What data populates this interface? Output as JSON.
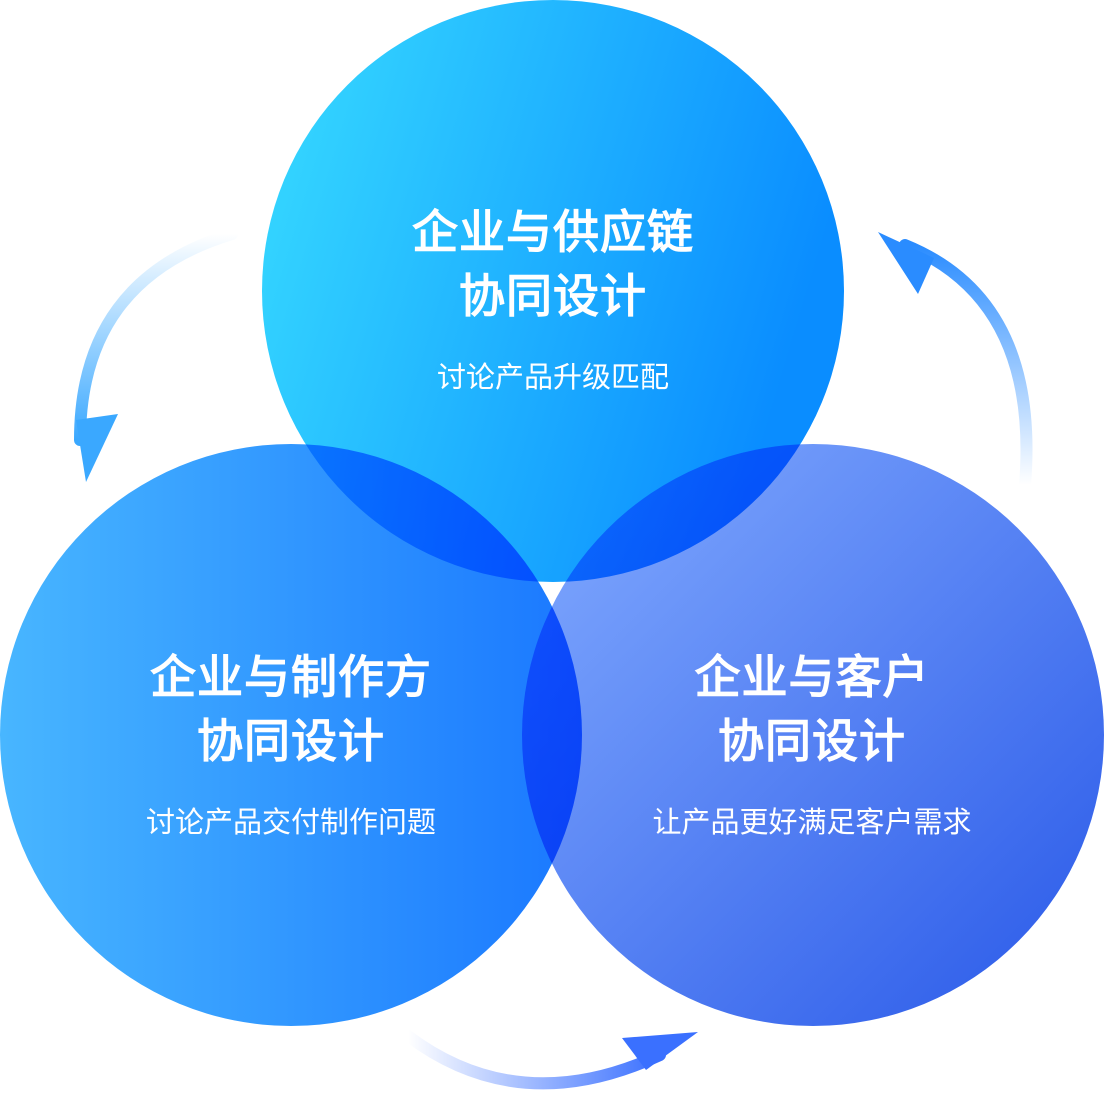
{
  "circles": [
    {
      "title_line1": "企业与供应链",
      "title_line2": "协同设计",
      "subtitle": "讨论产品升级匹配"
    },
    {
      "title_line1": "企业与制作方",
      "title_line2": "协同设计",
      "subtitle": "讨论产品交付制作问题"
    },
    {
      "title_line1": "企业与客户",
      "title_line2": "协同设计",
      "subtitle": "让产品更好满足客户需求"
    }
  ],
  "colors": {
    "top_start": "#38dcff",
    "top_end": "#0a8dff",
    "left_start": "#48b6ff",
    "left_end": "#1a78ff",
    "right_start": "#80a8ff",
    "right_end": "#2858e8",
    "arrow": "#3a8cff"
  }
}
